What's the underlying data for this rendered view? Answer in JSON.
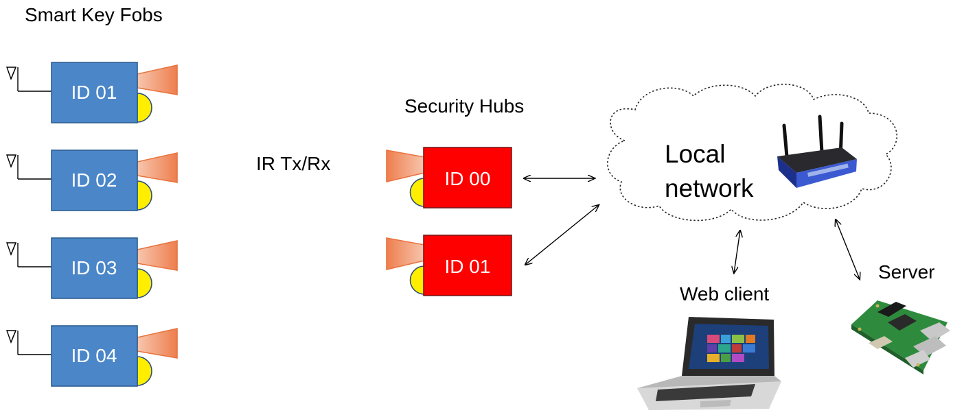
{
  "colors": {
    "fob_fill": "#4a86c8",
    "fob_stroke": "#2f5f91",
    "hub_fill": "#ff0000",
    "ir_fill": "#f08a5d",
    "button_fill": "#ffee00"
  },
  "titles": {
    "fobs": "Smart Key Fobs",
    "hubs": "Security Hubs",
    "ir": "IR Tx/Rx",
    "cloud_line1": "Local",
    "cloud_line2": "network",
    "web_client": "Web client",
    "server": "Server"
  },
  "fobs": [
    {
      "label": "ID 01"
    },
    {
      "label": "ID 02"
    },
    {
      "label": "ID 03"
    },
    {
      "label": "ID 04"
    }
  ],
  "hubs": [
    {
      "label": "ID 00"
    },
    {
      "label": "ID 01"
    }
  ],
  "icons": [
    "antenna-icon",
    "ir-emitter-icon",
    "button-icon",
    "router-icon",
    "laptop-icon",
    "raspberry-pi-icon",
    "cloud-icon",
    "bidirectional-arrow-icon"
  ]
}
